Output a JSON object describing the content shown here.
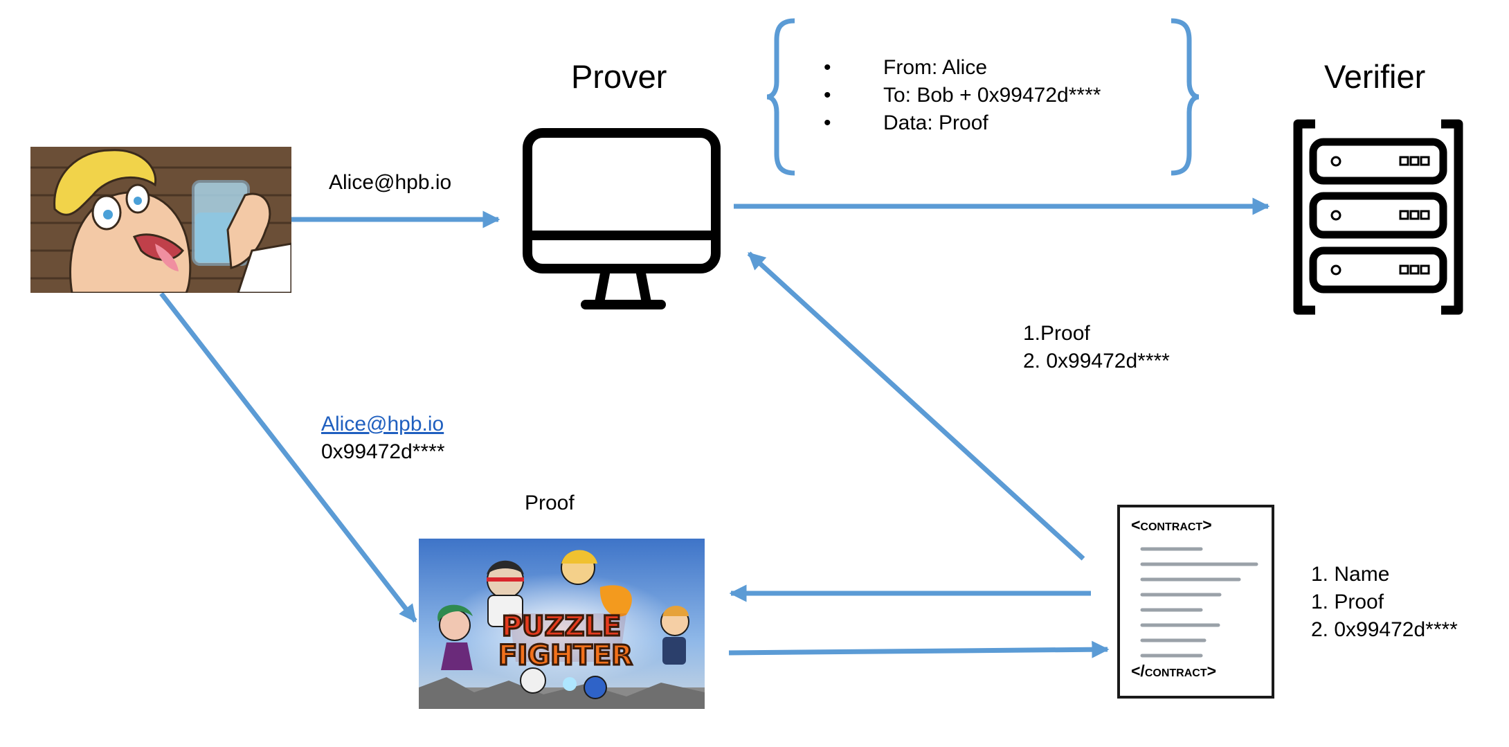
{
  "colors": {
    "arrow": "#5b9bd5",
    "icon_stroke": "#000000",
    "contract_line": "#9aa1a8",
    "link": "#1f5fbf"
  },
  "prover": {
    "title": "Prover",
    "icon": "desktop-monitor-icon"
  },
  "verifier": {
    "title": "Verifier",
    "icon": "server-rack-icon"
  },
  "message_box": {
    "items": [
      "From: Alice",
      "To: Bob + 0x99472d****",
      "Data: Proof"
    ]
  },
  "labels": {
    "user_to_prover": "Alice@hpb.io",
    "user_to_game_link": "Alice@hpb.io",
    "user_to_game_address": "0x99472d****",
    "game_title": "Proof",
    "contract_to_prover_1": "1.Proof",
    "contract_to_prover_2": "2. 0x99472d****"
  },
  "contract": {
    "open_tag": "<contract>",
    "close_tag": "</contract>",
    "items": [
      "1. Name",
      "1. Proof",
      "2. 0x99472d****"
    ]
  },
  "images": {
    "user": "cartoon-character-drinking-water",
    "game": "puzzle-fighter-game-art"
  }
}
